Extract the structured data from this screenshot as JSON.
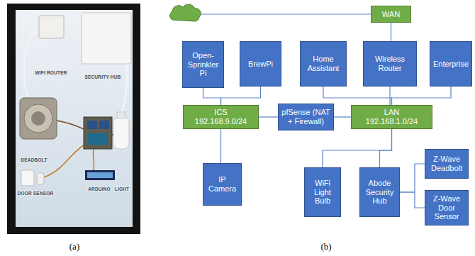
{
  "diagram": {
    "nodes": [
      {
        "text": [
          "WAN"
        ]
      },
      {
        "text": [
          "Open- Sprinkler Pi"
        ]
      },
      {
        "text": [
          "BrewPi"
        ]
      },
      {
        "text": [
          "Home Assistant"
        ]
      },
      {
        "text": [
          "Wireless Router"
        ]
      },
      {
        "text": [
          "Enterprise"
        ]
      },
      {
        "text": [
          "ICS",
          "192.168.9.0/24"
        ]
      },
      {
        "text": [
          "pfSense (NAT + Firewall)"
        ]
      },
      {
        "text": [
          "LAN",
          "192.168.1.0/24"
        ]
      },
      {
        "text": [
          "IP Camera"
        ]
      },
      {
        "text": [
          "WiFi Light Bulb"
        ]
      },
      {
        "text": [
          "Abode Security Hub"
        ]
      },
      {
        "text": [
          "Z-Wave Deadbolt"
        ]
      },
      {
        "text": [
          "Z-Wave Door Sensor"
        ]
      }
    ],
    "edges": [
      {
        "from": 0,
        "to": 4,
        "arrow": "none"
      },
      {
        "from": 1,
        "to": 6,
        "arrow": "none"
      },
      {
        "from": 2,
        "to": 6,
        "arrow": "none"
      },
      {
        "from": 3,
        "to": 8,
        "arrow": "none"
      },
      {
        "from": 4,
        "to": 8,
        "arrow": "none"
      },
      {
        "from": 5,
        "to": 8,
        "arrow": "none"
      },
      {
        "from": 6,
        "to": 7,
        "arrow": "none"
      },
      {
        "from": 7,
        "to": 8,
        "arrow": "none"
      },
      {
        "from": 6,
        "to": 9,
        "arrow": "none"
      },
      {
        "from": 8,
        "to": 10,
        "arrow": "none"
      },
      {
        "from": 8,
        "to": 11,
        "arrow": "none"
      },
      {
        "from": 11,
        "to": 12,
        "arrow": "none"
      },
      {
        "from": 11,
        "to": 13,
        "arrow": "none"
      }
    ],
    "labels": [
      "WIFI ROUTER",
      "SECURITY HUB",
      "DEADBOLT",
      "DOOR SENSOR",
      "ARDUINO",
      "LIGHT",
      "(a)",
      "(b)"
    ]
  }
}
